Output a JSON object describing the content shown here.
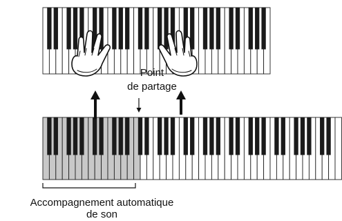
{
  "split_point_label": {
    "line1": "Point",
    "line2": "de partage"
  },
  "accompaniment_label": {
    "line1": "Accompagnement automatique",
    "line2": "de son"
  },
  "colors": {
    "accompaniment_keys": "#c8c8c8",
    "white_keys": "#ffffff",
    "black_keys": "#1a1a1a",
    "outline": "#222222"
  },
  "icons": [
    "left-hand-icon",
    "right-hand-icon",
    "up-arrow-icon",
    "down-arrow-icon"
  ]
}
